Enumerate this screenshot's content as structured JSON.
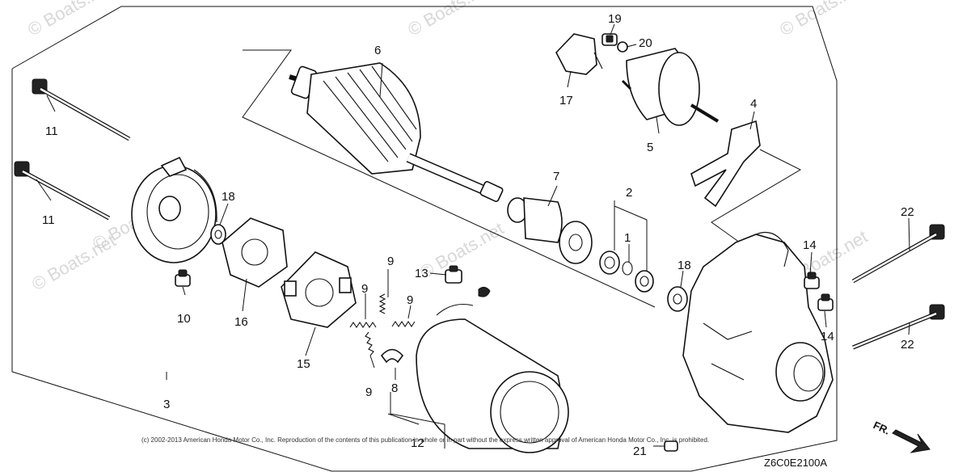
{
  "watermarks": [
    "© Boats.net",
    "© Boats.net",
    "© Boats.net",
    "© Boats.net",
    "© Boats.net",
    "© Boats.net",
    "© Boats.net"
  ],
  "callouts": {
    "c1": "1",
    "c2": "2",
    "c3": "3",
    "c4": "4",
    "c5": "5",
    "c6": "6",
    "c7": "7",
    "c8": "8",
    "c9a": "9",
    "c9b": "9",
    "c9c": "9",
    "c9d": "9",
    "c10": "10",
    "c11a": "11",
    "c11b": "11",
    "c12": "12",
    "c13": "13",
    "c14a": "14",
    "c14b": "14",
    "c15": "15",
    "c16": "16",
    "c17": "17",
    "c18a": "18",
    "c18b": "18",
    "c19": "19",
    "c20": "20",
    "c21": "21",
    "c22a": "22",
    "c22b": "22"
  },
  "copyright": "(c) 2002-2013 American Honda Motor Co., Inc. Reproduction of the contents of this publication in whole or in part without the express written approval of American Honda Motor Co., Inc. is prohibited.",
  "diagram_code": "Z6C0E2100A",
  "direction_label": "FR."
}
